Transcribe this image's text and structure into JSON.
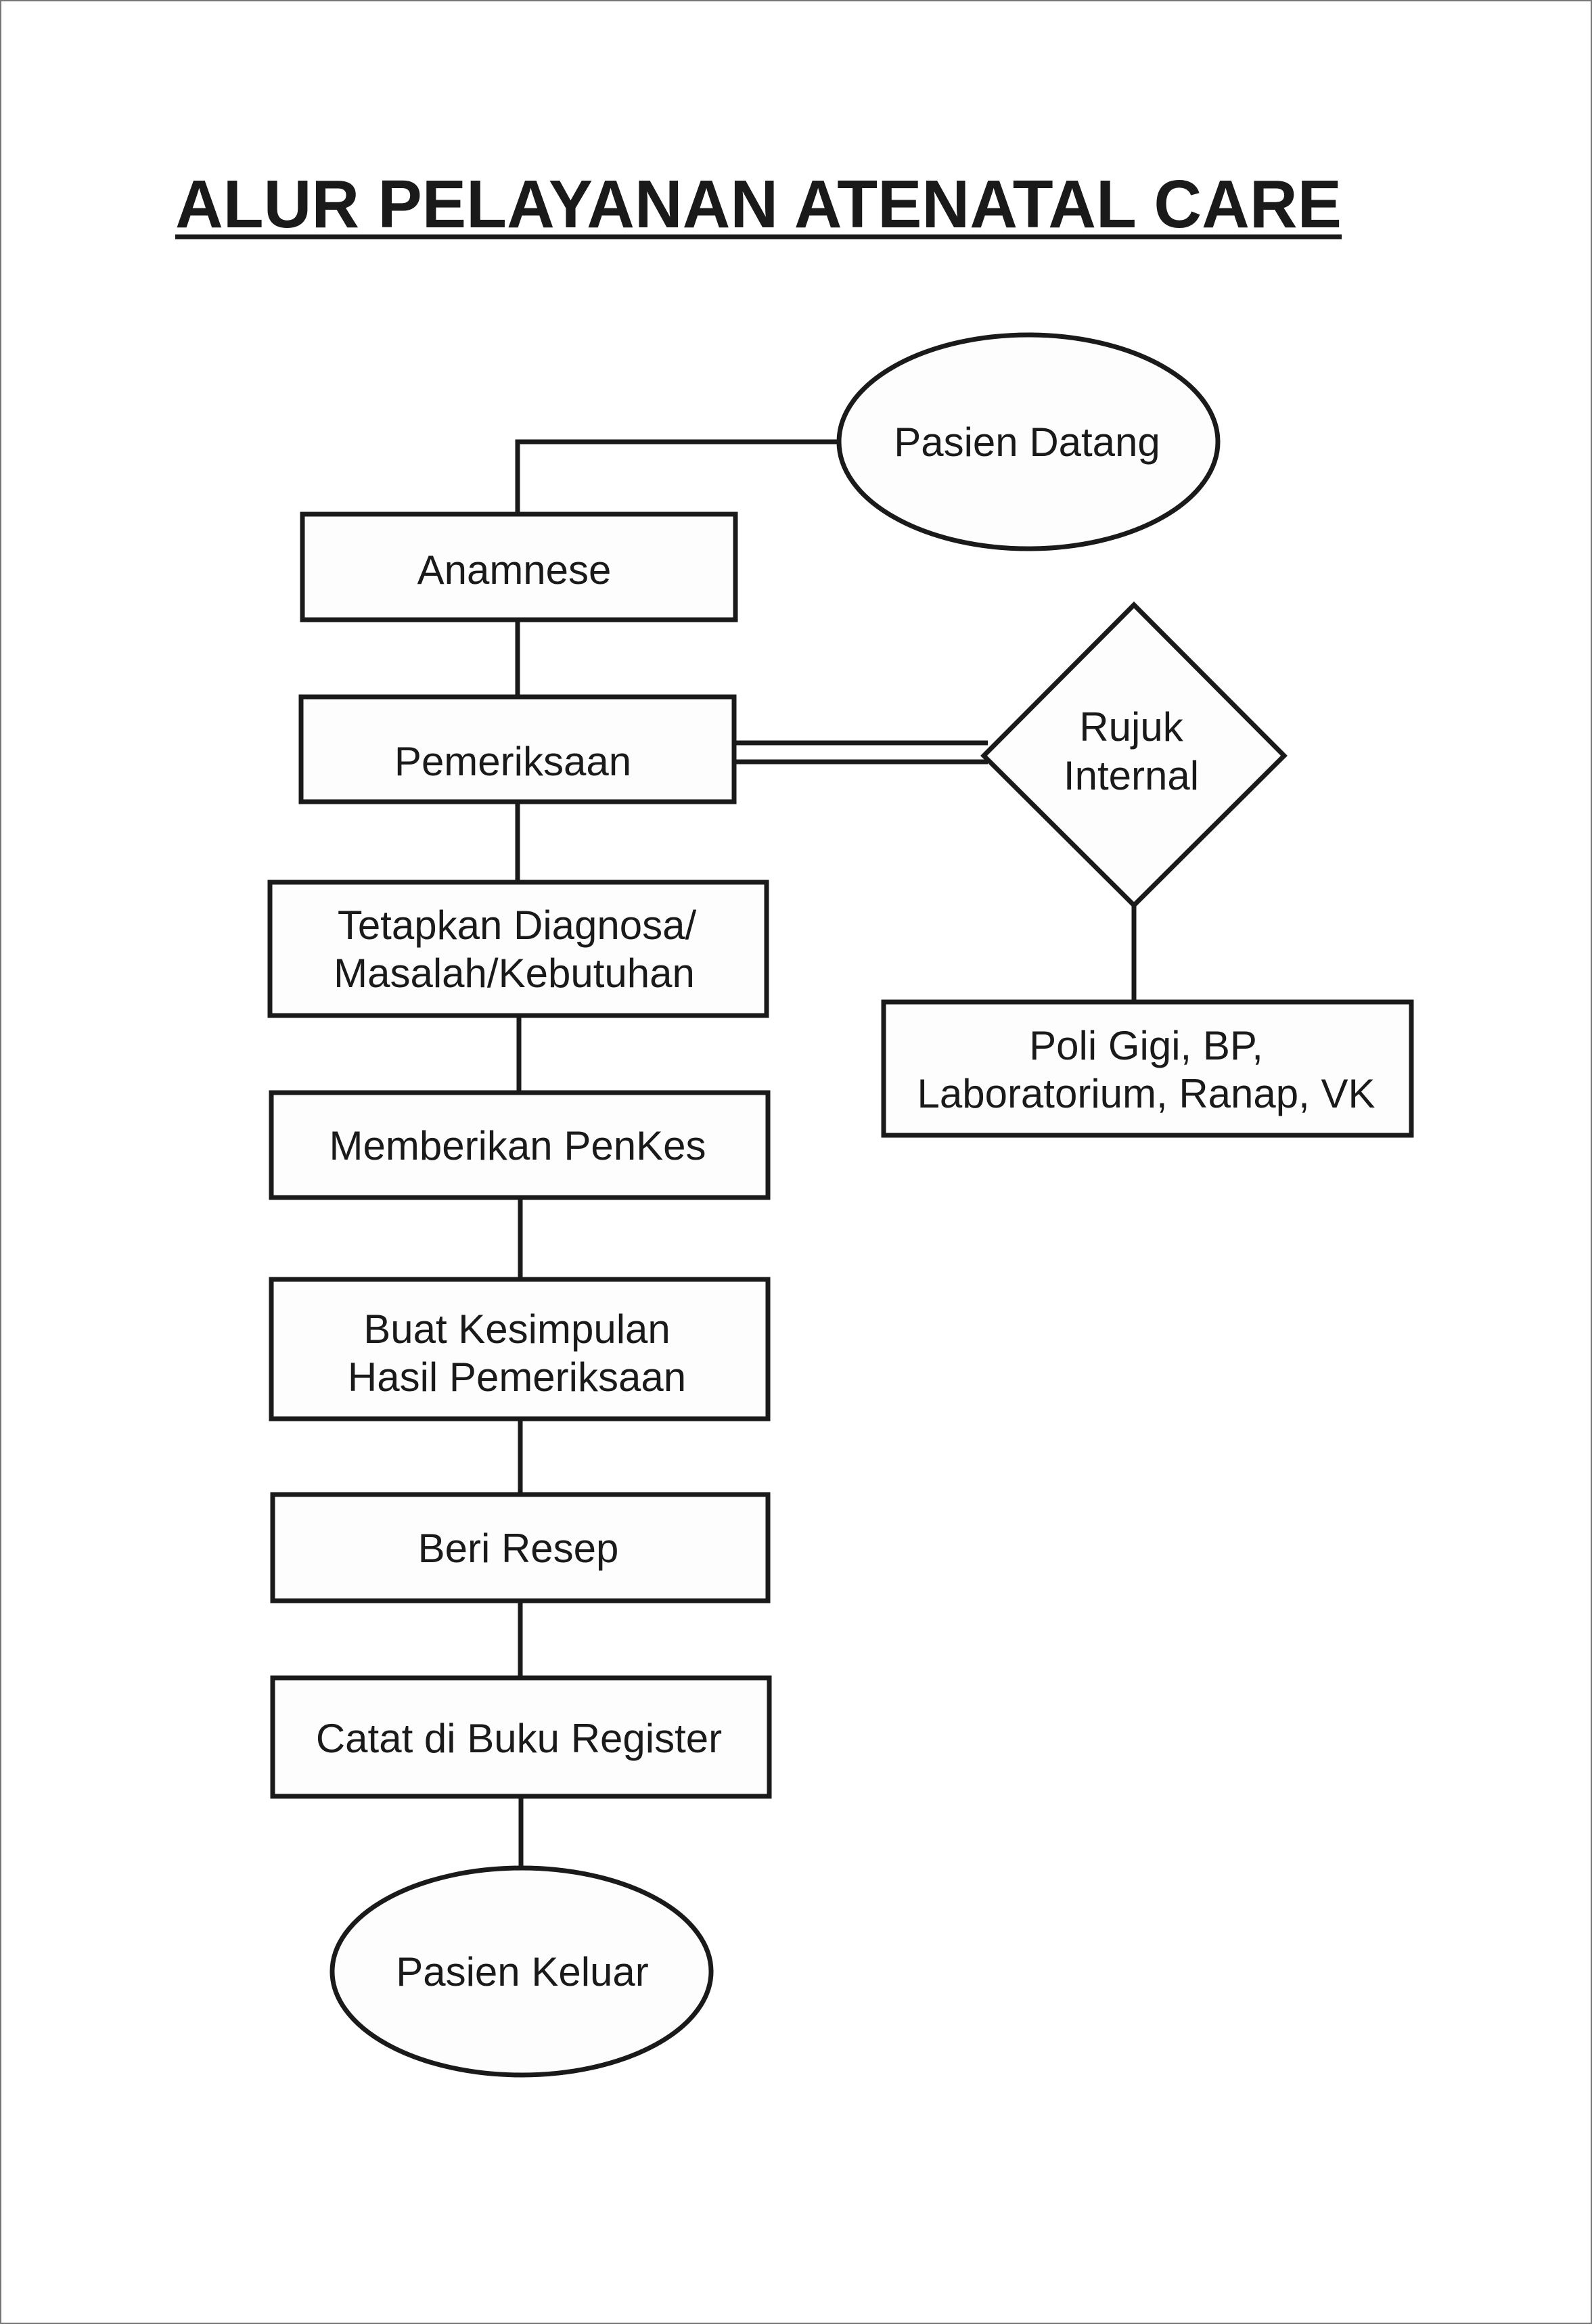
{
  "title": "ALUR PELAYANAN ATENATAL CARE",
  "nodes": {
    "start": "Pasien Datang",
    "anamnese": "Anamnese",
    "pemeriksaan": "Pemeriksaan",
    "rujuk": [
      "Rujuk",
      "Internal"
    ],
    "poli": [
      "Poli Gigi, BP,",
      "Laboratorium, Ranap, VK"
    ],
    "diagnosa": [
      "Tetapkan Diagnosa/",
      "Masalah/Kebutuhan"
    ],
    "penkes": "Memberikan PenKes",
    "kesimpulan": [
      "Buat Kesimpulan",
      "Hasil Pemeriksaan"
    ],
    "resep": "Beri Resep",
    "catat": "Catat di Buku Register",
    "end": "Pasien Keluar"
  }
}
